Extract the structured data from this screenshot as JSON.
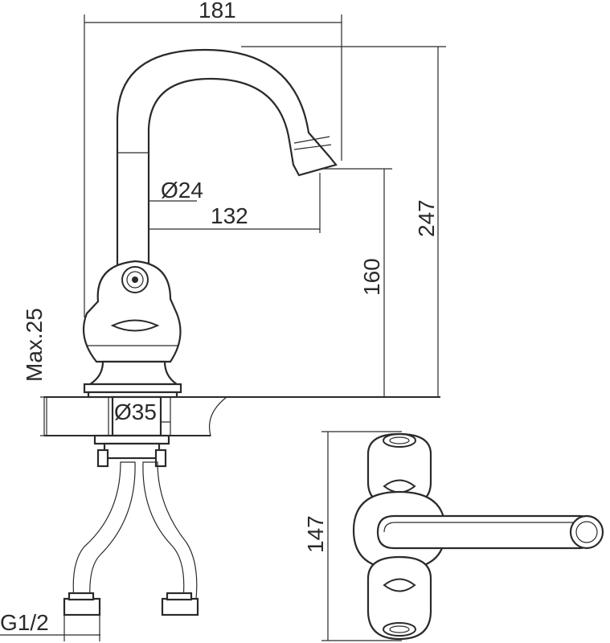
{
  "dimensions": {
    "total_reach": "181",
    "total_height": "247",
    "spout_diameter": "Ø24",
    "spout_reach": "132",
    "spout_height": "160",
    "max_thickness": "Max.25",
    "mount_hole": "Ø35",
    "thread": "G1/2",
    "base_width": "147"
  }
}
